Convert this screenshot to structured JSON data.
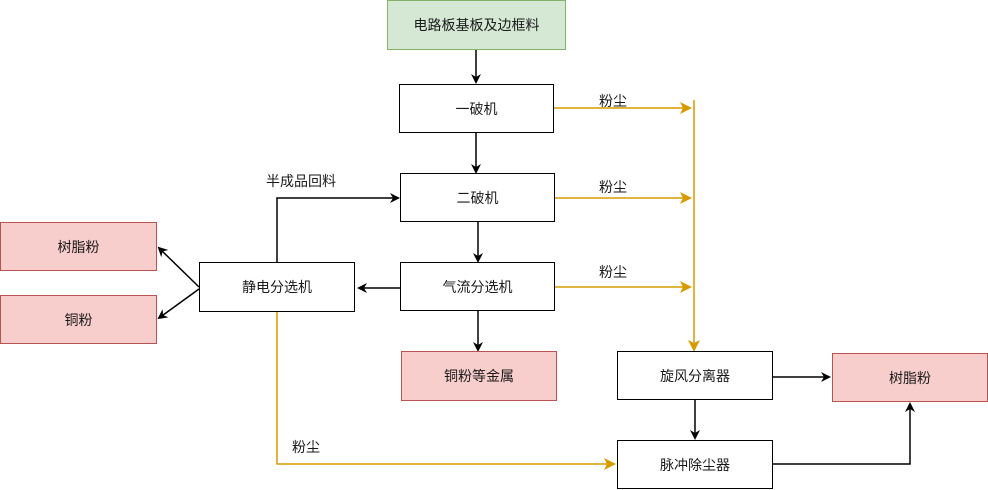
{
  "colors": {
    "dust_flow": "#d79b00",
    "process_flow": "#000000",
    "input_fill": "#d5e8d4",
    "input_border": "#82b366",
    "output_fill": "#f8cecc",
    "output_border": "#b85450"
  },
  "nodes": {
    "input": "电路板基板及边框料",
    "crusher1": "一破机",
    "crusher2": "二破机",
    "air_separator": "气流分选机",
    "electrostatic_separator": "静电分选机",
    "resin_powder_left": "树脂粉",
    "copper_powder": "铜粉",
    "copper_metals": "铜粉等金属",
    "cyclone": "旋风分离器",
    "pulse_collector": "脉冲除尘器",
    "resin_powder_right": "树脂粉"
  },
  "edge_labels": {
    "dust1": "粉尘",
    "dust2": "粉尘",
    "dust3": "粉尘",
    "dust4": "粉尘",
    "return": "半成品回料"
  }
}
